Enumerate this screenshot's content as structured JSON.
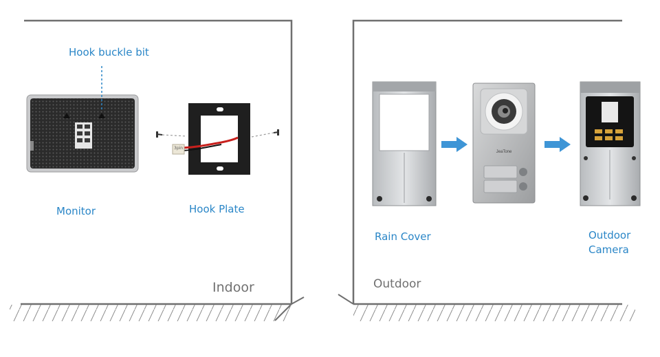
{
  "labels": {
    "hook_buckle": "Hook buckle bit",
    "monitor": "Monitor",
    "hook_plate": "Hook Plate",
    "indoor": "Indoor",
    "outdoor": "Outdoor",
    "rain_cover": "Rain Cover",
    "outdoor_camera_line1": "Outdoor",
    "outdoor_camera_line2": "Camera",
    "brand": "JeaTone",
    "connector": "3pin"
  },
  "colors": {
    "label_blue": "#2a86c7",
    "arrow_blue": "#3e95d6",
    "wall_gray": "#6f6f6f",
    "room_label_gray": "#707070"
  },
  "icons": [
    "hook-buckle-leader-line",
    "screw-icon",
    "arrow-right-icon",
    "hatched-floor"
  ]
}
